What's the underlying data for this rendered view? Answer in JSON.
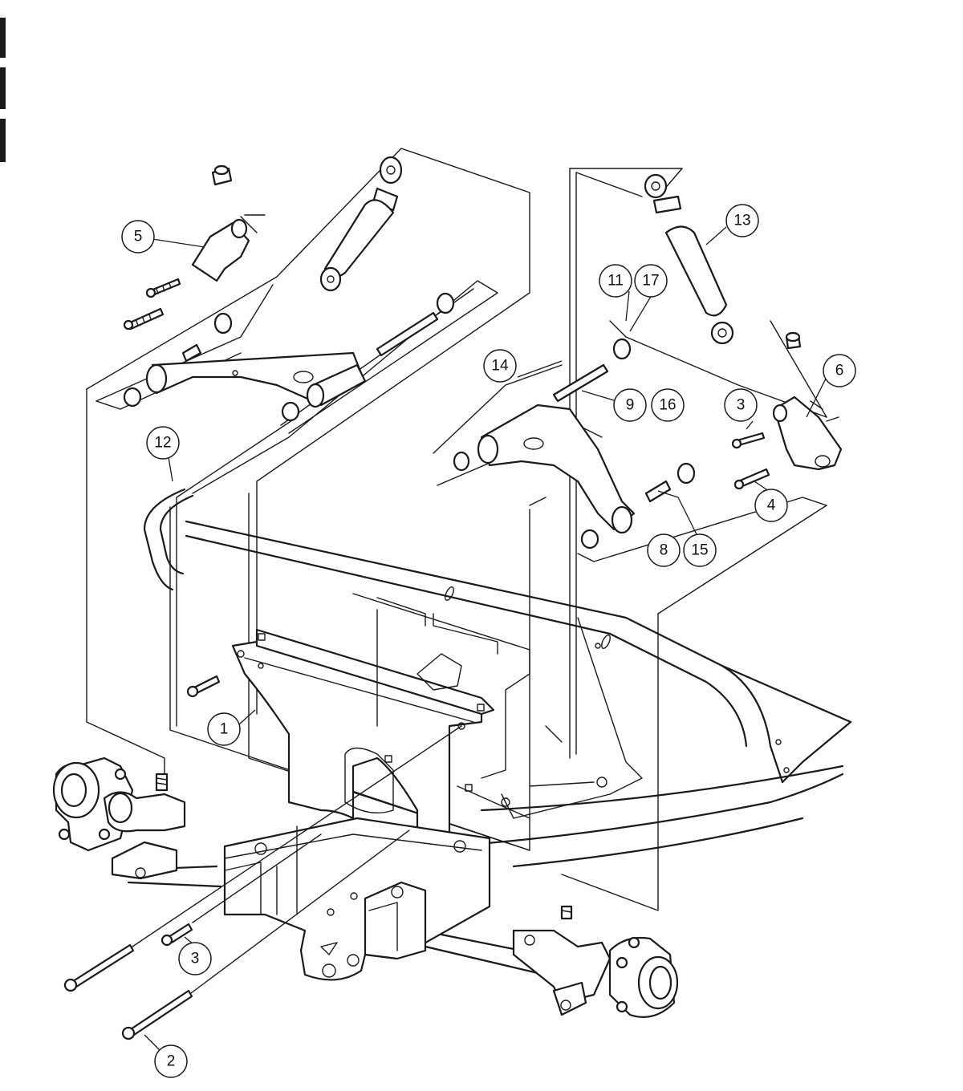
{
  "colors": {
    "line": "#1a1a1a",
    "background": "#ffffff",
    "edge_tab": "#111111"
  },
  "edge_tabs": 3,
  "callouts": [
    {
      "id": "c5",
      "label": "5"
    },
    {
      "id": "c13",
      "label": "13"
    },
    {
      "id": "c11",
      "label": "11"
    },
    {
      "id": "c17",
      "label": "17"
    },
    {
      "id": "c14",
      "label": "14"
    },
    {
      "id": "c6",
      "label": "6"
    },
    {
      "id": "c3a",
      "label": "3"
    },
    {
      "id": "c9",
      "label": "9"
    },
    {
      "id": "c16",
      "label": "16"
    },
    {
      "id": "c12",
      "label": "12"
    },
    {
      "id": "c4",
      "label": "4"
    },
    {
      "id": "c8",
      "label": "8"
    },
    {
      "id": "c15",
      "label": "15"
    },
    {
      "id": "c1",
      "label": "1"
    },
    {
      "id": "c3b",
      "label": "3"
    },
    {
      "id": "c2",
      "label": "2"
    }
  ]
}
